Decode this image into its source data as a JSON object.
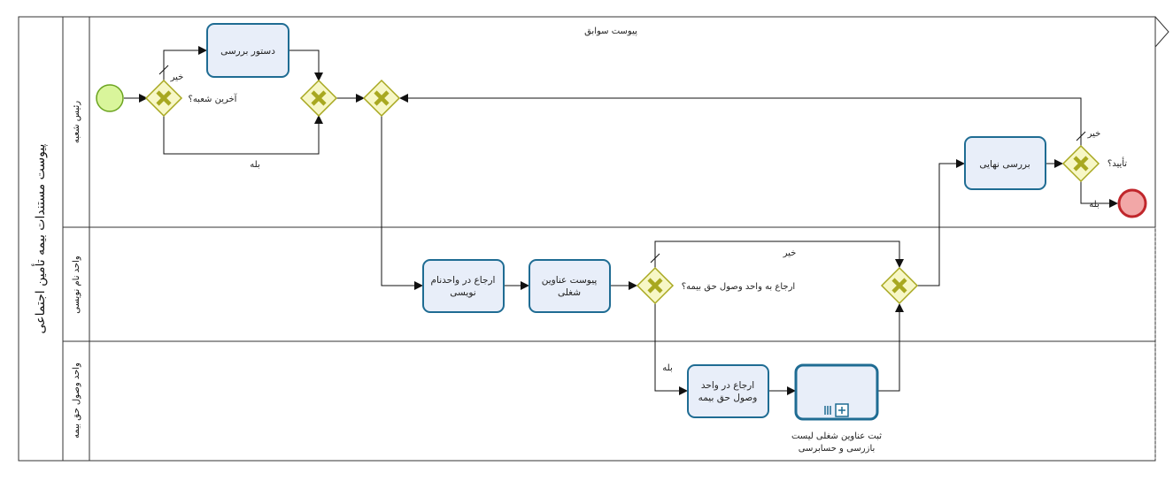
{
  "pool": {
    "name": "پیوست مستندات بیمه تأمین اجتماعی"
  },
  "lanes": [
    {
      "name": "رئیس شعبه"
    },
    {
      "name": "واحد نام نویسی"
    },
    {
      "name": "واحد وصول حق بیمه"
    }
  ],
  "data_annotation": "پیوست سوابق",
  "tasks": {
    "review_order": "دستور بررسی",
    "final_review": "بررسی نهایی",
    "refer_registration": [
      "ارجاع در واحدنام",
      "نویسی"
    ],
    "attach_job_titles": [
      "پیوست عناوین",
      "شغلی"
    ],
    "refer_collection": [
      "ارجاع در واحد",
      "وصول حق بیمه"
    ],
    "record_job_titles": [
      "ثبت عناوین شغلی لیست",
      "بازرسی و حسابرسی"
    ]
  },
  "gateways": {
    "last_branch_question": "آخرین شعبه؟",
    "approved_question": "تأیید؟",
    "refer_collection_question": "ارجاع به واحد وصول حق بیمه؟"
  },
  "flow_labels": {
    "no": "خیر",
    "yes": "بله"
  },
  "colors": {
    "task_fill": "#e8eef9",
    "task_stroke": "#1f6c93",
    "gateway_fill": "#f7f7c6",
    "gateway_stroke": "#a8a820",
    "gateway_mark": "#a8a820",
    "start_fill": "#d9f59b",
    "start_stroke": "#6aa31e",
    "end_fill": "#f2a7a7",
    "end_stroke": "#c0262b"
  }
}
